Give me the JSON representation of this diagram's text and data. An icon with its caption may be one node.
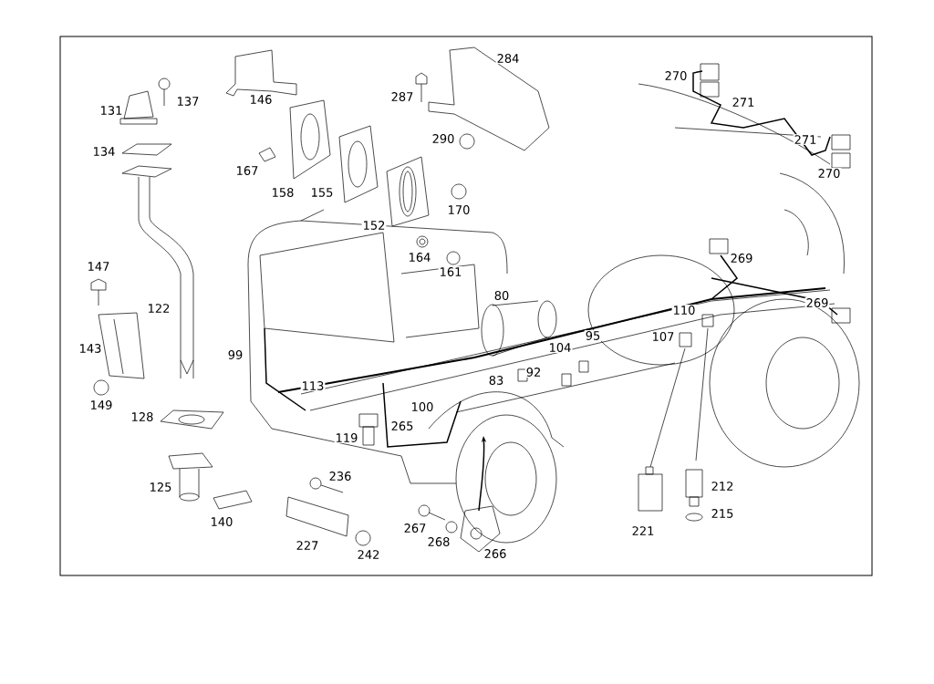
{
  "diagram": {
    "labels": [
      "284",
      "270",
      "146",
      "137",
      "287",
      "271",
      "131",
      "290",
      "271",
      "134",
      "167",
      "270",
      "158",
      "155",
      "170",
      "152",
      "164",
      "269",
      "147",
      "161",
      "80",
      "269",
      "122",
      "110",
      "95",
      "107",
      "104",
      "143",
      "99",
      "92",
      "83",
      "113",
      "149",
      "100",
      "128",
      "265",
      "119",
      "236",
      "212",
      "125",
      "215",
      "140",
      "267",
      "221",
      "268",
      "227",
      "266",
      "242"
    ]
  }
}
